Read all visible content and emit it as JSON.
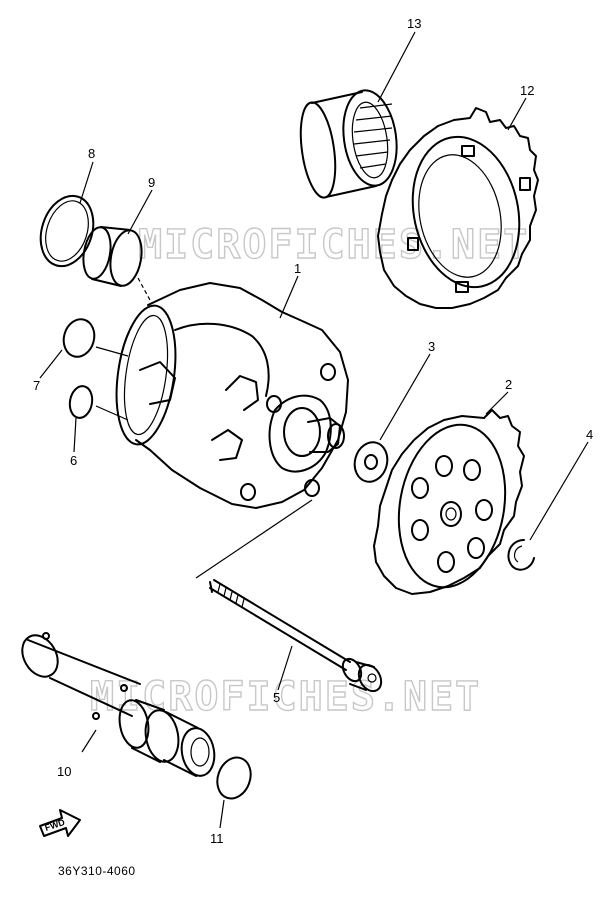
{
  "callouts": [
    {
      "id": "1",
      "text": "1"
    },
    {
      "id": "2",
      "text": "2"
    },
    {
      "id": "3",
      "text": "3"
    },
    {
      "id": "4",
      "text": "4"
    },
    {
      "id": "5",
      "text": "5"
    },
    {
      "id": "6",
      "text": "6"
    },
    {
      "id": "7",
      "text": "7"
    },
    {
      "id": "8",
      "text": "8"
    },
    {
      "id": "9",
      "text": "9"
    },
    {
      "id": "10",
      "text": "10"
    },
    {
      "id": "11",
      "text": "11"
    },
    {
      "id": "12",
      "text": "12"
    },
    {
      "id": "13",
      "text": "13"
    }
  ],
  "watermark": "MICROFICHES.NET",
  "diagram_code": "36Y310-4060",
  "fwd_label": "FWD",
  "colors": {
    "ink": "#000000",
    "watermark": "#c8c8c8",
    "background": "#ffffff"
  }
}
